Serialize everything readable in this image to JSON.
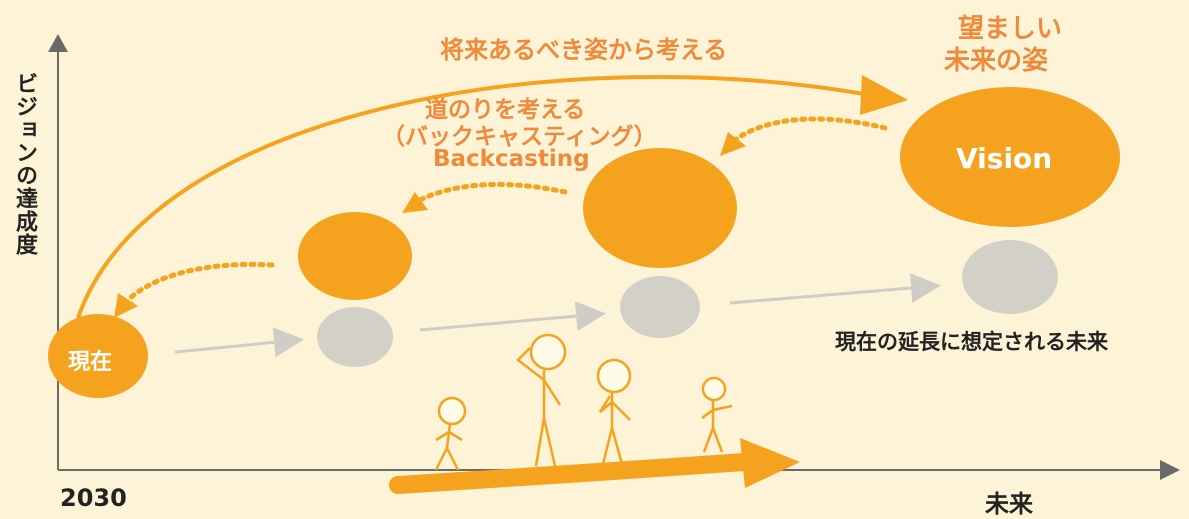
{
  "axes": {
    "y_label": "ビジョンの達成度",
    "x_start_label": "2030",
    "x_end_label": "未来"
  },
  "top_arc_label": "将来あるべき姿から考える",
  "vision_title_line1": "望ましい",
  "vision_title_line2": "未来の姿",
  "vision_bubble_label": "Vision",
  "backcast_line1": "道のりを考える",
  "backcast_line2": "（バックキャスティング）",
  "backcast_line3": "Backcasting",
  "present_label": "現在",
  "extension_label": "現在の延長に想定される未来",
  "colors": {
    "background": "#fdf3d6",
    "orange": "#f5a21e",
    "orange_text": "#ef8a3a",
    "gray": "#d3d0c8",
    "axis": "#6a6a6a"
  }
}
